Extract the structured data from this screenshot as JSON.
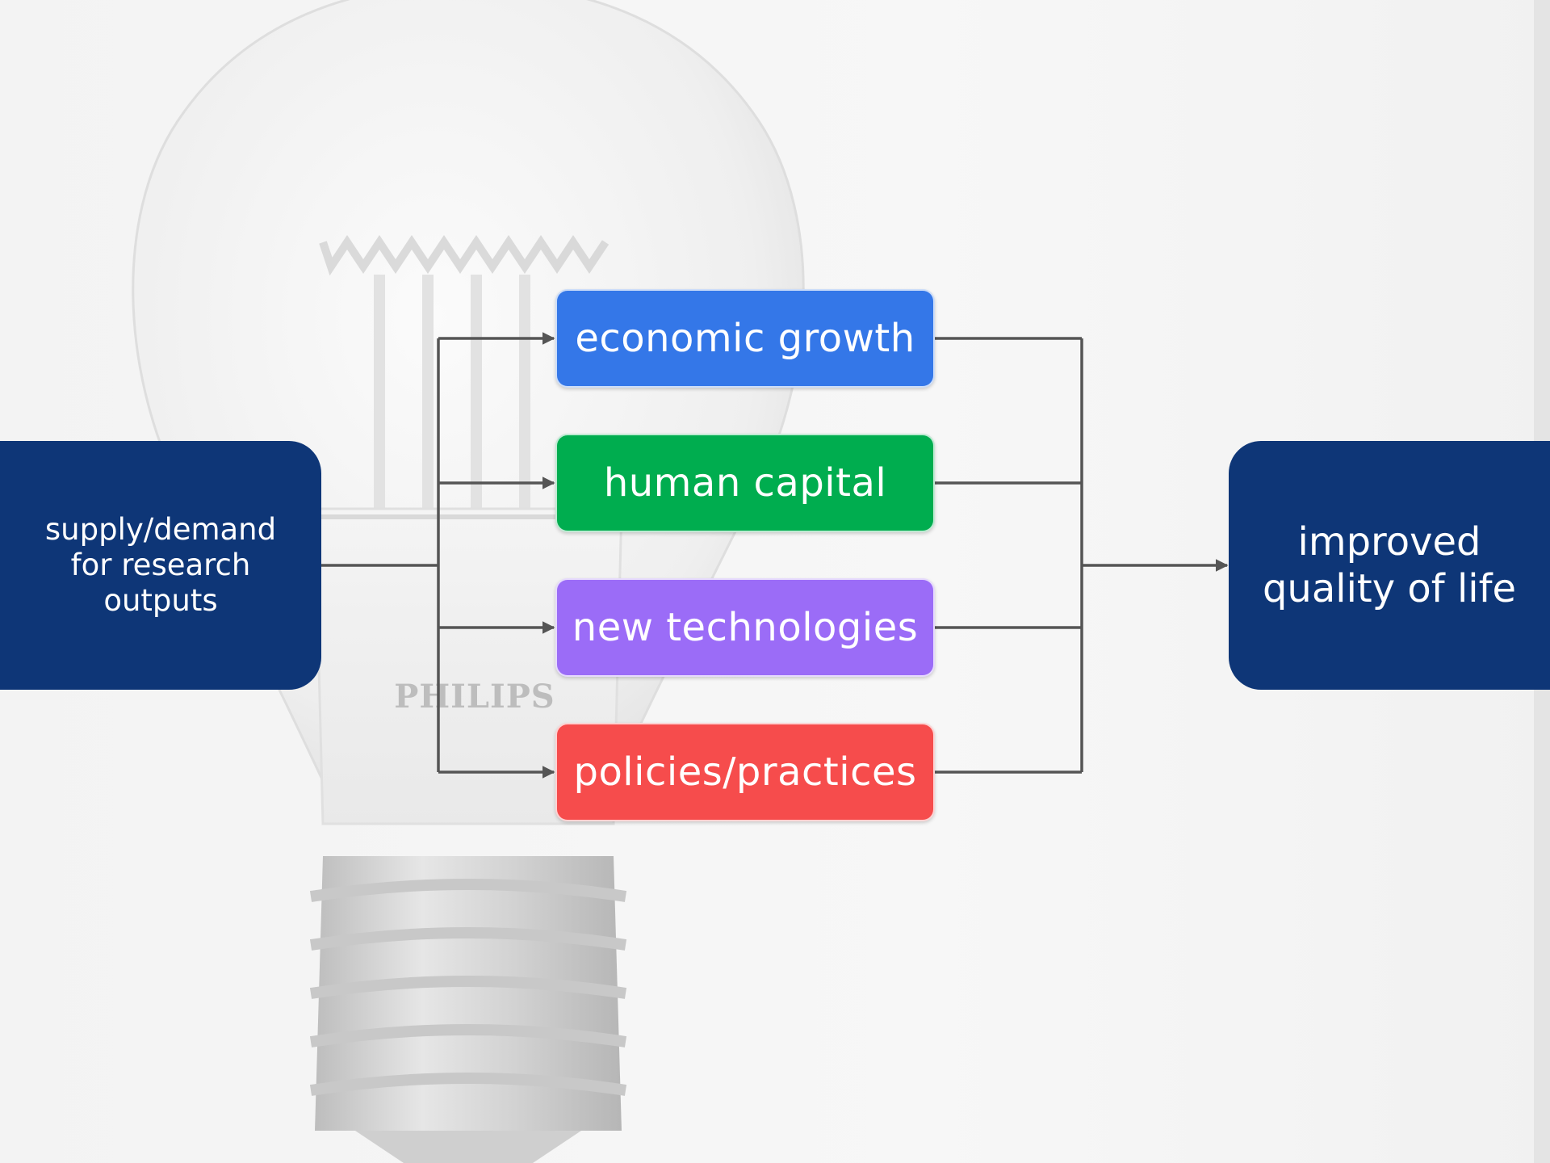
{
  "diagram": {
    "background": {
      "image": "faded-led-light-bulb-photo",
      "brand_mark": "PHILIPS"
    },
    "source": {
      "label": "supply/demand\nfor research\noutputs",
      "color": "#0e3677"
    },
    "outcomes": [
      {
        "label": "economic growth",
        "color": "#3477e8"
      },
      {
        "label": "human capital",
        "color": "#00ad4f"
      },
      {
        "label": "new technologies",
        "color": "#9b6cf7"
      },
      {
        "label": "policies/practices",
        "color": "#f64c4c"
      }
    ],
    "target": {
      "label": "improved\nquality of life",
      "color": "#0e3677"
    },
    "connector_color": "#555555"
  }
}
